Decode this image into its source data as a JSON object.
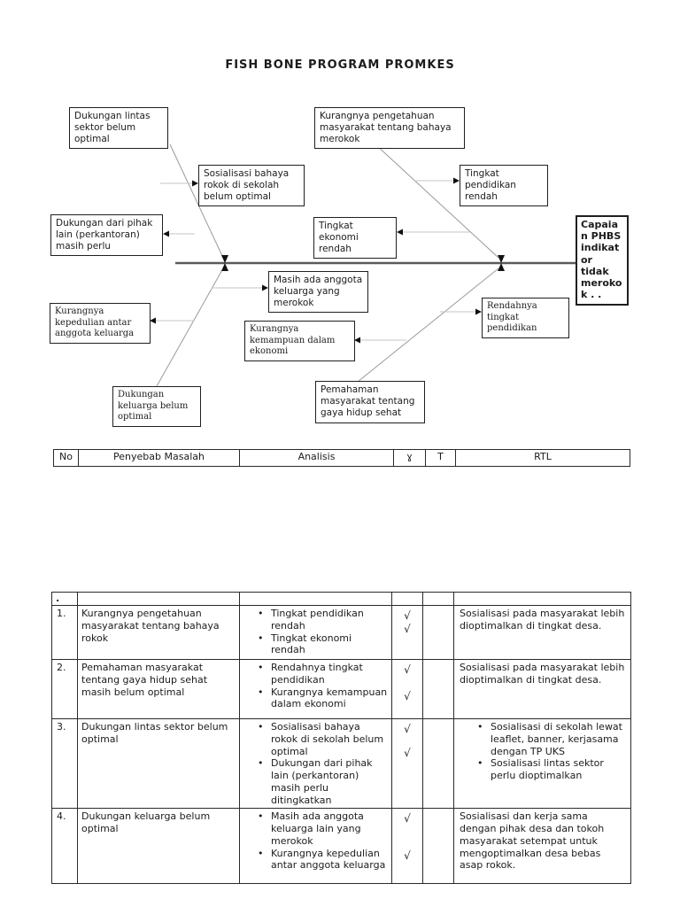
{
  "page": {
    "title": "FISH BONE PROGRAM PROMKES"
  },
  "diagram": {
    "boxes": {
      "dukungan_lintas": "Dukungan lintas sektor belum optimal",
      "kurangnya_pengetahuan": "Kurangnya pengetahuan masyarakat tentang bahaya merokok",
      "sosialisasi_bahaya": "Sosialisasi bahaya rokok di sekolah belum optimal",
      "tingkat_pendidikan": "Tingkat pendidikan rendah",
      "dukungan_pihak": "Dukungan dari pihak lain (perkantoran) masih perlu",
      "tingkat_ekonomi": "Tingkat ekonomi rendah",
      "capaian": "Capaian PHBS indikator tidak merokok . .",
      "masih_ada": "Masih ada anggota keluarga yang merokok",
      "rendahnya": "Rendahnya tingkat pendidikan",
      "kurangnya_kepedulian": "Kurangnya kepedulian antar anggota keluarga",
      "kurangnya_kemampuan": "Kurangnya kemampuan dalam ekonomi",
      "dukungan_keluarga": "Dukungan keluarga belum optimal",
      "pemahaman": "Pemahaman masyarakat tentang gaya hidup sehat"
    }
  },
  "analysis_table": {
    "headers": [
      "No",
      "Penyebab Masalah",
      "Analisis",
      "ɣ",
      "T",
      "RTL"
    ]
  },
  "detail_table": {
    "filler": ".",
    "rows": [
      {
        "no": "1.",
        "penyebab": "Kurangnya pengetahuan masyarakat tentang bahaya rokok",
        "analisis": [
          "Tingkat pendidikan rendah",
          "Tingkat ekonomi rendah"
        ],
        "checks": [
          "√",
          "√"
        ],
        "t": "",
        "rtl_text": "Sosialisasi pada masyarakat lebih dioptimalkan di tingkat desa.",
        "rtl_bullets": null
      },
      {
        "no": "2.",
        "penyebab": "Pemahaman masyarakat tentang gaya hidup sehat masih belum optimal",
        "analisis": [
          "Rendahnya tingkat pendidikan",
          "Kurangnya kemampuan dalam ekonomi"
        ],
        "checks": [
          "√",
          "√"
        ],
        "t": "",
        "rtl_text": "Sosialisasi pada masyarakat lebih dioptimalkan di tingkat desa.",
        "rtl_bullets": null
      },
      {
        "no": "3.",
        "penyebab": "Dukungan lintas sektor belum optimal",
        "analisis": [
          "Sosialisasi bahaya rokok di sekolah belum optimal",
          "Dukungan dari pihak lain (perkantoran) masih perlu ditingkatkan"
        ],
        "checks": [
          "√",
          "√"
        ],
        "t": "",
        "rtl_text": "",
        "rtl_bullets": [
          "Sosialisasi di sekolah lewat leaflet, banner, kerjasama dengan TP UKS",
          "Sosialisasi lintas sektor perlu dioptimalkan"
        ]
      },
      {
        "no": "4.",
        "penyebab": "Dukungan keluarga belum optimal",
        "analisis": [
          "Masih ada anggota keluarga lain yang merokok",
          "Kurangnya kepedulian antar anggota keluarga"
        ],
        "checks": [
          "√",
          "√"
        ],
        "t": "",
        "rtl_text": "Sosialisasi dan kerja sama dengan pihak desa dan tokoh masyarakat setempat untuk mengoptimalkan desa bebas asap rokok.",
        "rtl_bullets": null
      }
    ]
  }
}
